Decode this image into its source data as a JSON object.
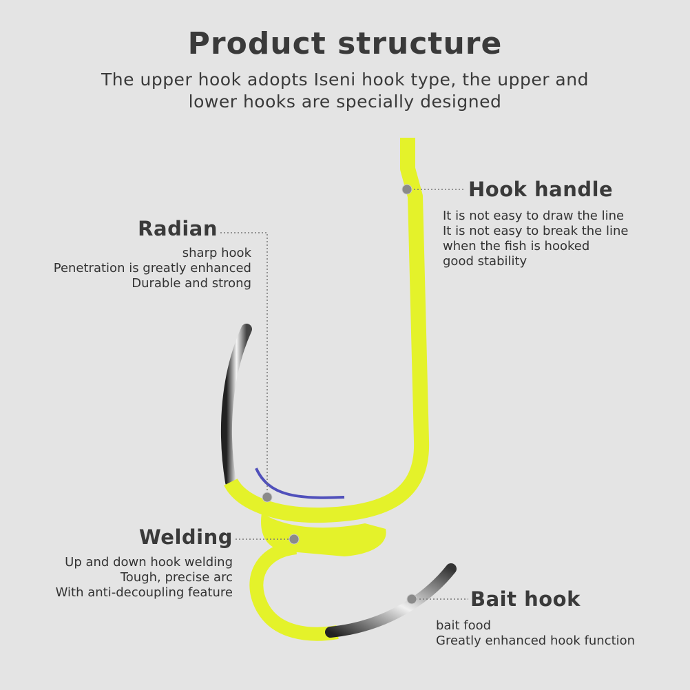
{
  "title": "Product structure",
  "subtitle": [
    "The upper hook adopts Iseni hook type, the upper and",
    "lower hooks are specially designed"
  ],
  "colors": {
    "hook_yellow": "#e4f22a",
    "background": "#e4e4e4",
    "radian_accent": "#2a2ab0"
  },
  "callouts": {
    "hook_handle": {
      "label": "Hook handle",
      "lines": [
        "It is not easy to draw the line",
        "It is not easy to break the line",
        "when the fish is hooked",
        "good stability"
      ]
    },
    "radian": {
      "label": "Radian",
      "lines": [
        "sharp hook",
        "Penetration is greatly enhanced",
        "Durable and strong"
      ]
    },
    "welding": {
      "label": "Welding",
      "lines": [
        "Up and down hook welding",
        "Tough, precise arc",
        "With anti-decoupling feature"
      ]
    },
    "bait_hook": {
      "label": "Bait hook",
      "lines": [
        "bait food",
        "Greatly enhanced hook function"
      ]
    }
  }
}
